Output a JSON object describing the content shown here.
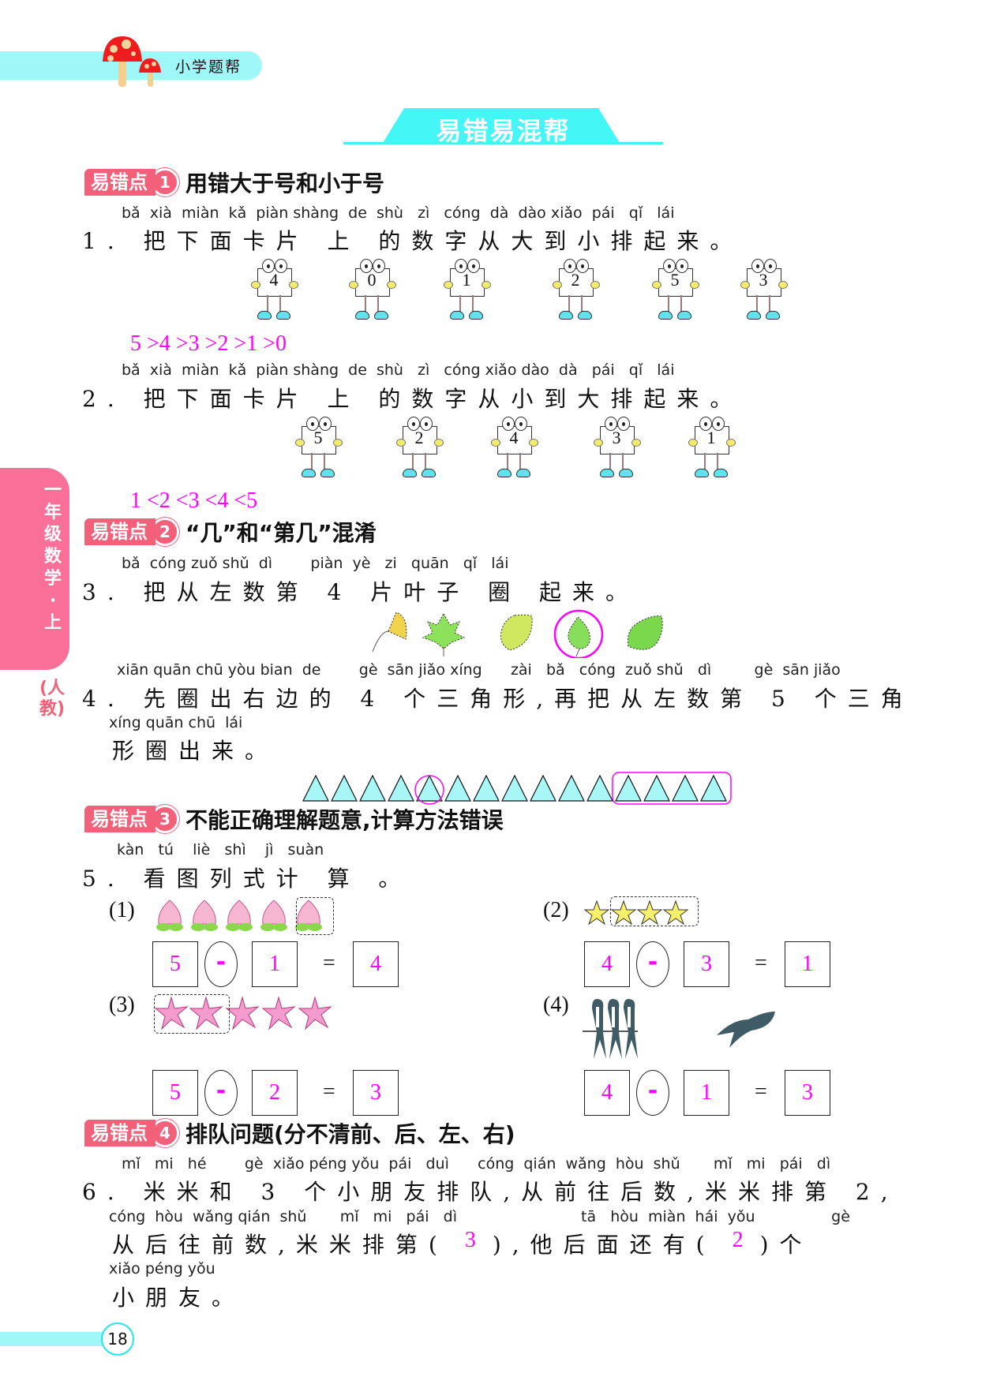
{
  "header": {
    "brand": "小学题帮",
    "section_title": "易错易混帮",
    "colors": {
      "cyan": "#9ff7f7",
      "title_cyan": "#44f6f6",
      "tag_red": "#f2607a",
      "side_pink": "#fb7099",
      "answer_magenta": "#ff00ff"
    }
  },
  "sidebar": {
    "grade": "一年级数学·上",
    "edition": "(人教)"
  },
  "sections": [
    {
      "tag": "易错点",
      "num": "1",
      "title": "用错大于号和小于号"
    },
    {
      "tag": "易错点",
      "num": "2",
      "title": "“几”和“第几”混淆"
    },
    {
      "tag": "易错点",
      "num": "3",
      "title": "不能正确理解题意,计算方法错误"
    },
    {
      "tag": "易错点",
      "num": "4",
      "title": "排队问题(分不清前、后、左、右)"
    }
  ],
  "q1": {
    "pinyin": "bǎ  xià  miàn  kǎ  piàn shàng  de  shù   zì   cóng  dà  dào xiǎo  pái   qǐ   lái",
    "text": "1. 把下面卡片 上 的数字从大到小排起来。",
    "cards": [
      "4",
      "0",
      "1",
      "2",
      "5",
      "3"
    ],
    "answer": "5 >4 >3 >2 >1 >0"
  },
  "q2": {
    "pinyin": "bǎ  xià  miàn  kǎ  piàn shàng  de  shù   zì   cóng xiǎo dào  dà   pái   qǐ   lái",
    "text": "2. 把下面卡片 上 的数字从小到大排起来。",
    "cards": [
      "5",
      "2",
      "4",
      "3",
      "1"
    ],
    "answer": "1 <2 <3 <4 <5"
  },
  "q3": {
    "pinyin": "bǎ  cóng zuǒ shǔ  dì        piàn  yè   zi   quān   qǐ   lái",
    "text": "3. 把从左数第 4 片叶子 圈 起来。",
    "leaves": [
      "ginkgo-leaf",
      "maple-leaf",
      "birch-leaf",
      "round-leaf",
      "serrated-leaf"
    ],
    "circled_index": 4
  },
  "q4": {
    "pinyin1": "xiān quān chū yòu bian  de        gè  sān jiǎo xíng      zài   bǎ   cóng  zuǒ shǔ   dì         gè  sān jiǎo",
    "text1": "4. 先圈出右边的 4 个三角形,再把从左数第 5 个三角",
    "pinyin2": "xíng quān chū  lái",
    "text2": "形圈出来。",
    "triangle_count": 15,
    "circled_single": 5,
    "boxed_from": 12
  },
  "q5": {
    "pinyin": "kàn   tú    liè   shì    jì   suàn",
    "text": "5. 看图列式计 算 。",
    "parts": [
      {
        "label": "(1)",
        "a": "5",
        "op": "-",
        "b": "1",
        "result": "4",
        "items": "5 peaches, 1 boxed"
      },
      {
        "label": "(2)",
        "a": "4",
        "op": "-",
        "b": "3",
        "result": "1",
        "items": "4 stars, 3 boxed"
      },
      {
        "label": "(3)",
        "a": "5",
        "op": "-",
        "b": "2",
        "result": "3",
        "items": "5 starfish, 2 boxed"
      },
      {
        "label": "(4)",
        "a": "4",
        "op": "-",
        "b": "1",
        "result": "3",
        "items": "3 swallows on wire, 1 flying"
      }
    ],
    "equals": "="
  },
  "q6": {
    "pinyin1": "mǐ   mi   hé        gè  xiǎo péng yǒu  pái   duì      cóng  qián  wǎng  hòu  shǔ       mǐ   mi   pái   dì",
    "text1": "6. 米米和 3 个小朋友排队,从前往后数,米米排第 2,",
    "pinyin2": "cóng  hòu  wǎng qián  shǔ       mǐ   mi   pái   dì                          tā   hòu  miàn  hái  yǒu                gè",
    "text2a": "从后往前数,米米排第(",
    "ans1": "3",
    "text2b": "),他后面还有(",
    "ans2": "2",
    "text2c": ")个",
    "pinyin3": "xiǎo péng yǒu",
    "text3": "小朋友。"
  },
  "footer": {
    "page_number": "18"
  }
}
